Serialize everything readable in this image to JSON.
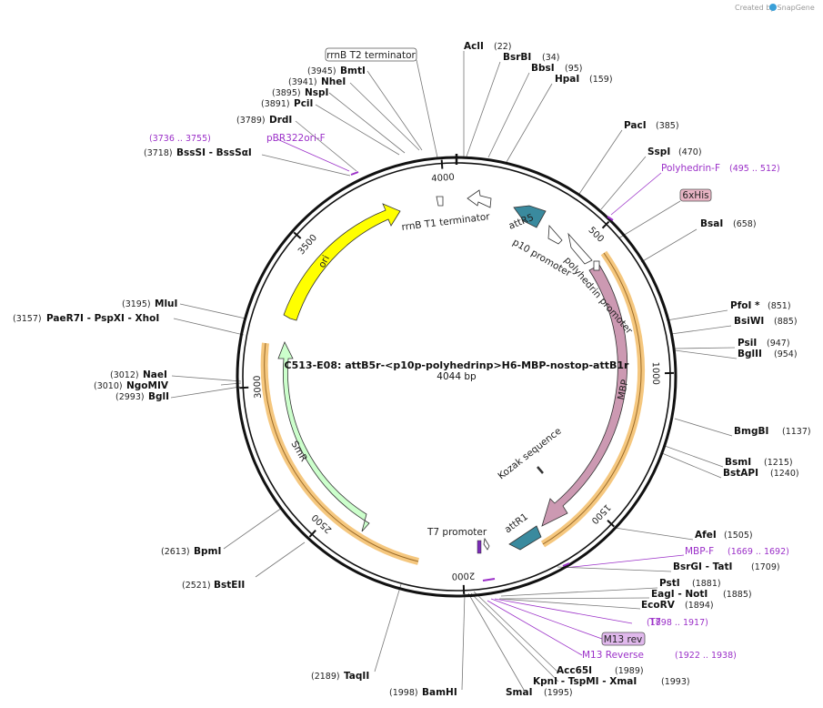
{
  "credit": "Created by SnapGene",
  "plasmid": {
    "name": "C513-E08: attB5r-<p10p-polyhedrinp>H6-MBP-nostop-attB1r",
    "length_label": "4044 bp",
    "length": 4044,
    "tick_labels": [
      "500",
      "1000",
      "1500",
      "2000",
      "2500",
      "3000",
      "3500",
      "4000"
    ]
  },
  "enzymes": [
    {
      "name": "AclI",
      "pos": "(22)",
      "bp": 22
    },
    {
      "name": "BsrBI",
      "pos": "(34)",
      "bp": 34
    },
    {
      "name": "BbsI",
      "pos": "(95)",
      "bp": 95
    },
    {
      "name": "HpaI",
      "pos": "(159)",
      "bp": 159
    },
    {
      "name": "PacI",
      "pos": "(385)",
      "bp": 385
    },
    {
      "name": "SspI",
      "pos": "(470)",
      "bp": 470
    },
    {
      "name": "BsaI",
      "pos": "(658)",
      "bp": 658
    },
    {
      "name": "PfoI *",
      "pos": "(851)",
      "bp": 851
    },
    {
      "name": "BsiWI",
      "pos": "(885)",
      "bp": 885
    },
    {
      "name": "PsiI",
      "pos": "(947)",
      "bp": 947
    },
    {
      "name": "BglII",
      "pos": "(954)",
      "bp": 954
    },
    {
      "name": "BmgBI",
      "pos": "(1137)",
      "bp": 1137
    },
    {
      "name": "BsmI",
      "pos": "(1215)",
      "bp": 1215
    },
    {
      "name": "BstAPI",
      "pos": "(1240)",
      "bp": 1240
    },
    {
      "name": "AfeI",
      "pos": "(1505)",
      "bp": 1505
    },
    {
      "name": "BsrGI - TatI",
      "pos": "(1709)",
      "bp": 1709
    },
    {
      "name": "PstI",
      "pos": "(1881)",
      "bp": 1881
    },
    {
      "name": "EagI - NotI",
      "pos": "(1885)",
      "bp": 1885
    },
    {
      "name": "EcoRV",
      "pos": "(1894)",
      "bp": 1894
    },
    {
      "name": "Acc65I",
      "pos": "(1989)",
      "bp": 1989
    },
    {
      "name": "KpnI - TspMI - XmaI",
      "pos": "(1993)",
      "bp": 1993
    },
    {
      "name": "SmaI",
      "pos": "(1995)",
      "bp": 1995
    },
    {
      "name": "BamHI",
      "pos": "(1998)",
      "bp": 1998
    },
    {
      "name": "TaqII",
      "pos": "(2189)",
      "bp": 2189
    },
    {
      "name": "BstEII",
      "pos": "(2521)",
      "bp": 2521
    },
    {
      "name": "BpmI",
      "pos": "(2613)",
      "bp": 2613
    },
    {
      "name": "BglI",
      "pos": "(2993)",
      "bp": 2993
    },
    {
      "name": "NgoMIV",
      "pos": "(3010)",
      "bp": 3010
    },
    {
      "name": "NaeI",
      "pos": "(3012)",
      "bp": 3012
    },
    {
      "name": "PaeR7I - PspXI - XhoI",
      "pos": "(3157)",
      "bp": 3157
    },
    {
      "name": "MluI",
      "pos": "(3195)",
      "bp": 3195
    },
    {
      "name": "BssSI - BssSαI",
      "pos": "(3718)",
      "bp": 3718
    },
    {
      "name": "DrdI",
      "pos": "(3789)",
      "bp": 3789
    },
    {
      "name": "PciI",
      "pos": "(3891)",
      "bp": 3891
    },
    {
      "name": "NspI",
      "pos": "(3895)",
      "bp": 3895
    },
    {
      "name": "NheI",
      "pos": "(3941)",
      "bp": 3941
    },
    {
      "name": "BmtI",
      "pos": "(3945)",
      "bp": 3945
    }
  ],
  "primers": [
    {
      "name": "Polyhedrin-F",
      "range": "(495 .. 512)",
      "bp": 503
    },
    {
      "name": "MBP-F",
      "range": "(1669 .. 1692)",
      "bp": 1680
    },
    {
      "name": "T7",
      "range": "(1898 .. 1917)",
      "bp": 1907
    },
    {
      "name": "M13 Reverse",
      "range": "(1922 .. 1938)",
      "bp": 1930
    },
    {
      "name": "pBR322ori-F",
      "range": "(3736 .. 3755)",
      "bp": 3745
    }
  ],
  "boxed_labels": [
    {
      "name": "rrnB T2 terminator",
      "bp": 3985
    },
    {
      "name": "6xHis",
      "bp": 600
    },
    {
      "name": "M13 rev",
      "bp": 1930
    }
  ],
  "features": [
    {
      "name": "ori",
      "color": "#ffff00",
      "start": 3200,
      "end": 3790
    },
    {
      "name": "SmR",
      "color": "#ccffcc",
      "start": 2420,
      "end": 3020
    },
    {
      "name": "MBP",
      "color": "#cc99b2",
      "start": 630,
      "end": 1740
    },
    {
      "name": "attR5",
      "color": "#3a8a9e"
    },
    {
      "name": "attR1",
      "color": "#3a8a9e"
    },
    {
      "name": "p10 promoter",
      "color": "#ffffff"
    },
    {
      "name": "polyhedrin promoter",
      "color": "#ffffff"
    },
    {
      "name": "rrnB T1 terminator",
      "color": "#ffffff"
    },
    {
      "name": "Kozak sequence",
      "color": "#ffffff"
    },
    {
      "name": "T7 promoter",
      "color": "#ffffff"
    }
  ],
  "colors": {
    "backbone": "#111111",
    "primer": "#9b30c8",
    "orf_highlight": "#f5c77e",
    "attR": "#3a8a9e",
    "mbp": "#cc99b2",
    "ori": "#ffff00",
    "smr": "#ccffcc"
  }
}
